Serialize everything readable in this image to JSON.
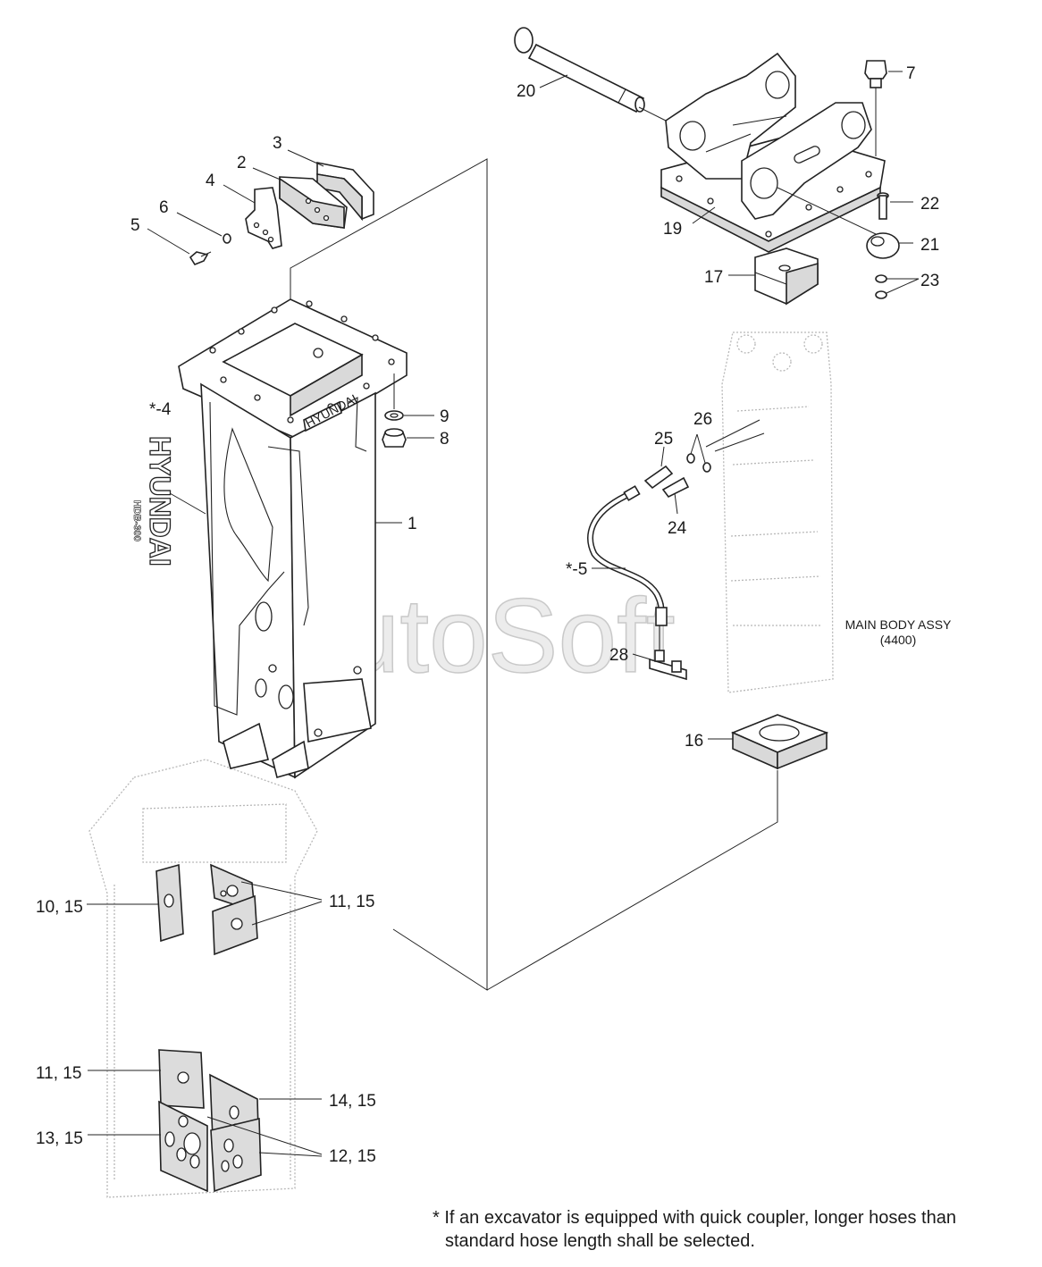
{
  "watermark": "AutoSoft",
  "labels": {
    "p1": "1",
    "p2": "2",
    "p3": "3",
    "p4": "4",
    "p5": "5",
    "p6": "6",
    "p7": "7",
    "p8": "8",
    "p9": "9",
    "p10_15": "10, 15",
    "p11_15_a": "11, 15",
    "p11_15_b": "11, 15",
    "p12_15": "12, 15",
    "p13_15": "13, 15",
    "p14_15": "14, 15",
    "p16": "16",
    "p17": "17",
    "p19": "19",
    "p20": "20",
    "p21": "21",
    "p22": "22",
    "p23": "23",
    "p24": "24",
    "p25": "25",
    "p26": "26",
    "p28": "28",
    "star4": "*-4",
    "star5": "*-5"
  },
  "decal_text": "HYUNDAI",
  "decal_model": "HDB-300",
  "frame_plate_text": "HYUNDAI",
  "main_body": {
    "title": "MAIN BODY ASSY",
    "code": "(4400)"
  },
  "footnote": {
    "star": "*",
    "line1": "If an excavator is equipped with quick coupler, longer hoses than",
    "line2": "standard hose length shall be selected."
  }
}
